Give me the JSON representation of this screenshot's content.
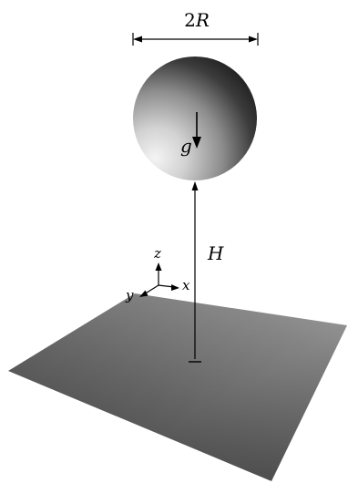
{
  "labels": {
    "diameter_coefficient": "2",
    "diameter_symbol": "R",
    "gravity": "g",
    "height": "H",
    "axis_x": "x",
    "axis_y": "y",
    "axis_z": "z"
  }
}
